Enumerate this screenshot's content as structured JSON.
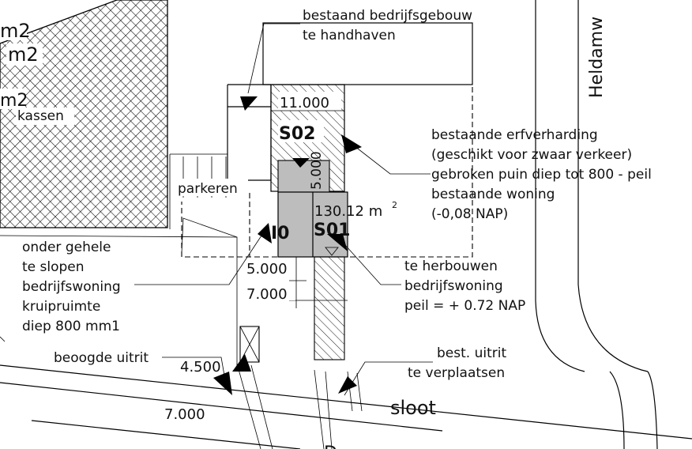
{
  "labels": {
    "area_m2_a": "m2",
    "area_m2_b": "m2",
    "area_m2_c": "m2",
    "kassen": "kassen",
    "bestaand_line1": "bestaand bedrijfsgebouw",
    "bestaand_line2": "te handhaven",
    "dim_11000": "11.000",
    "s02": "S02",
    "dim_5000_vertical": "5.000",
    "parkeren": "parkeren",
    "area_13012": "130.12 m",
    "area_sup": "2",
    "s01": "S01",
    "i0": "I0",
    "erf_line1": "bestaande erfverharding",
    "erf_line2": "(geschikt voor zwaar verkeer)",
    "erf_line3": "gebroken puin diep tot 800 - peil",
    "erf_line4": "bestaande woning",
    "erf_line5": "(-0,08 NAP)",
    "sloop_line1": "onder gehele",
    "sloop_line2": "te slopen",
    "sloop_line3": "bedrijfswoning",
    "sloop_line4": "kruipruimte",
    "sloop_line5": "diep 800 mm1",
    "dim_5000": "5.000",
    "dim_7000": "7.000",
    "herbouw_line1": "te herbouwen",
    "herbouw_line2": "bedrijfswoning",
    "herbouw_line3": "peil = + 0.72 NAP",
    "uitrit_beoogd": "beoogde uitrit",
    "dim_4500": "4.500",
    "dim_7000_road": "7.000",
    "uitrit_best_line1": "best. uitrit",
    "uitrit_best_line2": "te verplaatsen",
    "sloot": "sloot",
    "street_partial": "Heldamw",
    "road_partial": "D"
  },
  "colors": {
    "line": "#000000",
    "fill_grey": "#bdbdbd",
    "hatch": "#000000",
    "background": "#ffffff"
  },
  "icons": [
    "arrow-icon",
    "crosshatch-pattern",
    "diagonal-hatch-pattern"
  ]
}
